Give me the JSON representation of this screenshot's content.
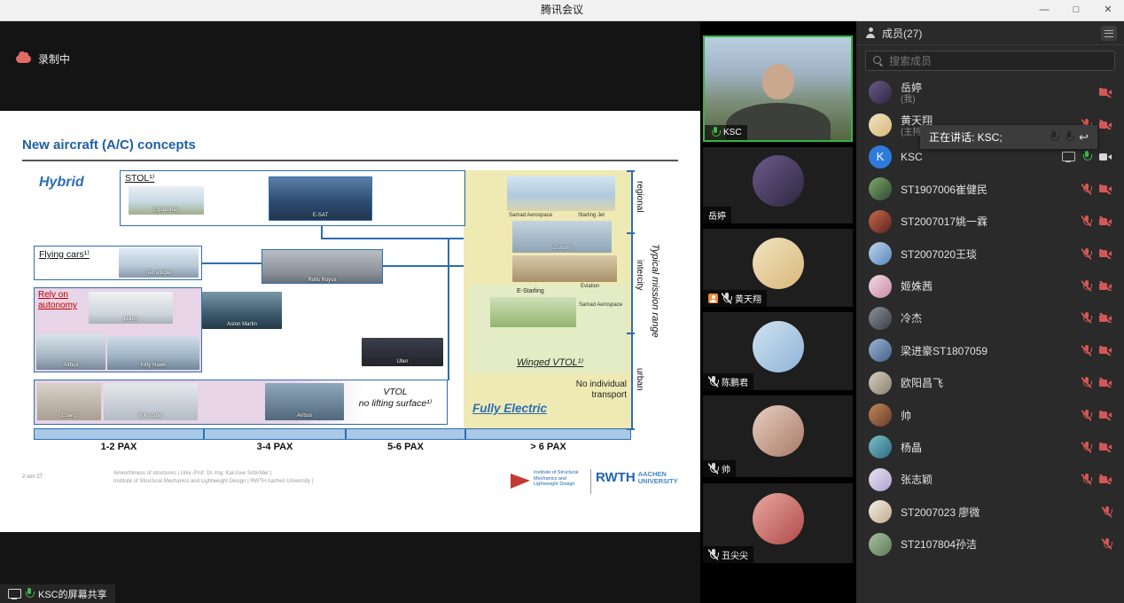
{
  "window": {
    "title": "腾讯会议",
    "controls": {
      "minimize": "—",
      "maximize": "□",
      "close": "✕"
    }
  },
  "main": {
    "recording_label": "录制中",
    "share_label": "KSC的屏幕共享",
    "speaking_toast": "正在讲话: KSC;",
    "toast_arrow": "↩"
  },
  "slide": {
    "title": "New aircraft (A/C) concepts",
    "page_indicator": "2 von 27",
    "labels": {
      "hybrid": "Hybrid",
      "stol": "STOL¹⁾",
      "flying_cars": "Flying cars¹⁾",
      "rely_autonomy": "Rely on autonomy",
      "winged_vtol": "Winged VTOL¹⁾",
      "vtol_line1": "VTOL",
      "vtol_line2": "no lifting surface¹⁾",
      "fully_electric": "Fully Electric",
      "no_individual": "No individual transport"
    },
    "pax_labels": [
      "1-2 PAX",
      "3-4 PAX",
      "5-6 PAX",
      "> 6 PAX"
    ],
    "range_labels": [
      "regional",
      "intercity",
      "urban"
    ],
    "range_axis_label": "Typical mission range",
    "aircraft": {
      "equatorian": "Equatorian",
      "esat": "E-SAT",
      "terrafugia": "Terrafugia",
      "rolls_royce": "Rolls Royce",
      "lilium": "Lilium",
      "aston_martin": "Aston Martin",
      "airbus_popup": "Airbus",
      "kitty_hawk": "Kitty Hawk",
      "uber": "Uber",
      "ehang": "Ehang",
      "volocopter": "Volocopter",
      "city_airbus": "Airbus",
      "samad_aerospace": "Samad Aerospace",
      "starling_jet": "Starling Jet",
      "zunum": "Zunum",
      "eviation": "Eviation",
      "e_starling": "E-Starling",
      "samad_aerospace_2": "Samad Aerospace"
    },
    "footer": {
      "credit_line1": "Airworthiness of structures | Univ.-Prof. Dr.-Ing. Kai-Uwe Schröder |",
      "credit_line2": "Institute of Structural Mechanics and Lightweight Design | RWTH Aachen University |",
      "institute_logo_text": "Institute of Structural Mechanics and Lightweight Design",
      "rwth_logo_main": "RWTH",
      "rwth_logo_sub1": "AACHEN",
      "rwth_logo_sub2": "UNIVERSITY"
    }
  },
  "video_strip": {
    "tiles": [
      {
        "name": "KSC",
        "mic": "on",
        "active": true
      },
      {
        "name": "岳婷",
        "mic": "none",
        "avatar_style": "background:linear-gradient(135deg,#6b5b8a,#2e2640)"
      },
      {
        "name": "黄天翔",
        "mic": "muted",
        "host": true,
        "avatar_style": "background:linear-gradient(135deg,#f0e3c0,#d9b87a)"
      },
      {
        "name": "陈鹏君",
        "mic": "muted",
        "avatar_style": "background:linear-gradient(135deg,#cfe3f0,#8fb3d8)"
      },
      {
        "name": "帅",
        "mic": "muted",
        "avatar_style": "background:linear-gradient(135deg,#e8cfc0,#a87a68)"
      },
      {
        "name": "丑尖尖",
        "mic": "muted",
        "avatar_style": "background:linear-gradient(135deg,#e8a8a0,#b04a48)"
      }
    ]
  },
  "members_panel": {
    "title": "成员(27)",
    "search_placeholder": "搜索成员",
    "members": [
      {
        "name": "岳婷",
        "sub": "(我)",
        "camera": "muted",
        "avatar_style": "background:linear-gradient(135deg,#6b5b8a,#2e2640)"
      },
      {
        "name": "黄天翔",
        "sub": "(主持人)",
        "mic": "muted",
        "camera": "muted",
        "avatar_style": "background:linear-gradient(135deg,#f0e3c0,#d9b87a)"
      },
      {
        "name": "KSC",
        "avatar_letter": "K",
        "screen_share": true,
        "mic": "on",
        "camera": "on",
        "avatar_style": "background:#2f7bdc"
      },
      {
        "name": "ST1907006崔健民",
        "mic": "muted",
        "camera": "muted",
        "avatar_style": "background:linear-gradient(135deg,#7fa86b,#2f4a33)"
      },
      {
        "name": "ST2007017姚一霖",
        "mic": "muted",
        "camera": "muted",
        "avatar_style": "background:linear-gradient(135deg,#c96a4a,#5a2320)"
      },
      {
        "name": "ST2007020王琰",
        "mic": "muted",
        "camera": "muted",
        "avatar_style": "background:linear-gradient(135deg,#bcd8ee,#5b84b8)"
      },
      {
        "name": "姬姝茜",
        "mic": "muted",
        "camera": "muted",
        "avatar_style": "background:linear-gradient(135deg,#f2dbe4,#c98aa8)"
      },
      {
        "name": "冷杰",
        "mic": "muted",
        "camera": "muted",
        "avatar_style": "background:linear-gradient(135deg,#8a9198,#3a3f45)"
      },
      {
        "name": "梁进豪ST1807059",
        "mic": "muted",
        "camera": "muted",
        "avatar_style": "background:linear-gradient(135deg,#9ab4cf,#45618a)"
      },
      {
        "name": "欧阳昌飞",
        "mic": "muted",
        "camera": "muted",
        "avatar_style": "background:linear-gradient(135deg,#d8cfc2,#8a7f6f)"
      },
      {
        "name": "帅",
        "mic": "muted",
        "camera": "muted",
        "avatar_style": "background:linear-gradient(135deg,#c08a5a,#6b3a28)"
      },
      {
        "name": "杨晶",
        "mic": "muted",
        "camera": "muted",
        "avatar_style": "background:linear-gradient(135deg,#7ac0c8,#2f6a80)"
      },
      {
        "name": "张志颖",
        "mic": "muted",
        "camera": "muted",
        "avatar_style": "background:linear-gradient(135deg,#e8e2f2,#b0a2cf)"
      },
      {
        "name": "ST2007023 廖微",
        "mic": "muted",
        "avatar_style": "background:linear-gradient(135deg,#f2efe8,#bfa98a)"
      },
      {
        "name": "ST2107804孙洁",
        "mic": "muted",
        "avatar_style": "background:linear-gradient(135deg,#a8c0a0,#5f7a58)"
      }
    ]
  },
  "colors": {
    "active_speaker_green": "#35b34a",
    "mic_on_green": "#3fb950",
    "muted_red": "#d45757",
    "recording_red": "#e06a66",
    "host_badge_orange": "#ef8b3a",
    "slide_accent_blue": "#2d6db4",
    "rwth_blue": "#2066ab"
  }
}
